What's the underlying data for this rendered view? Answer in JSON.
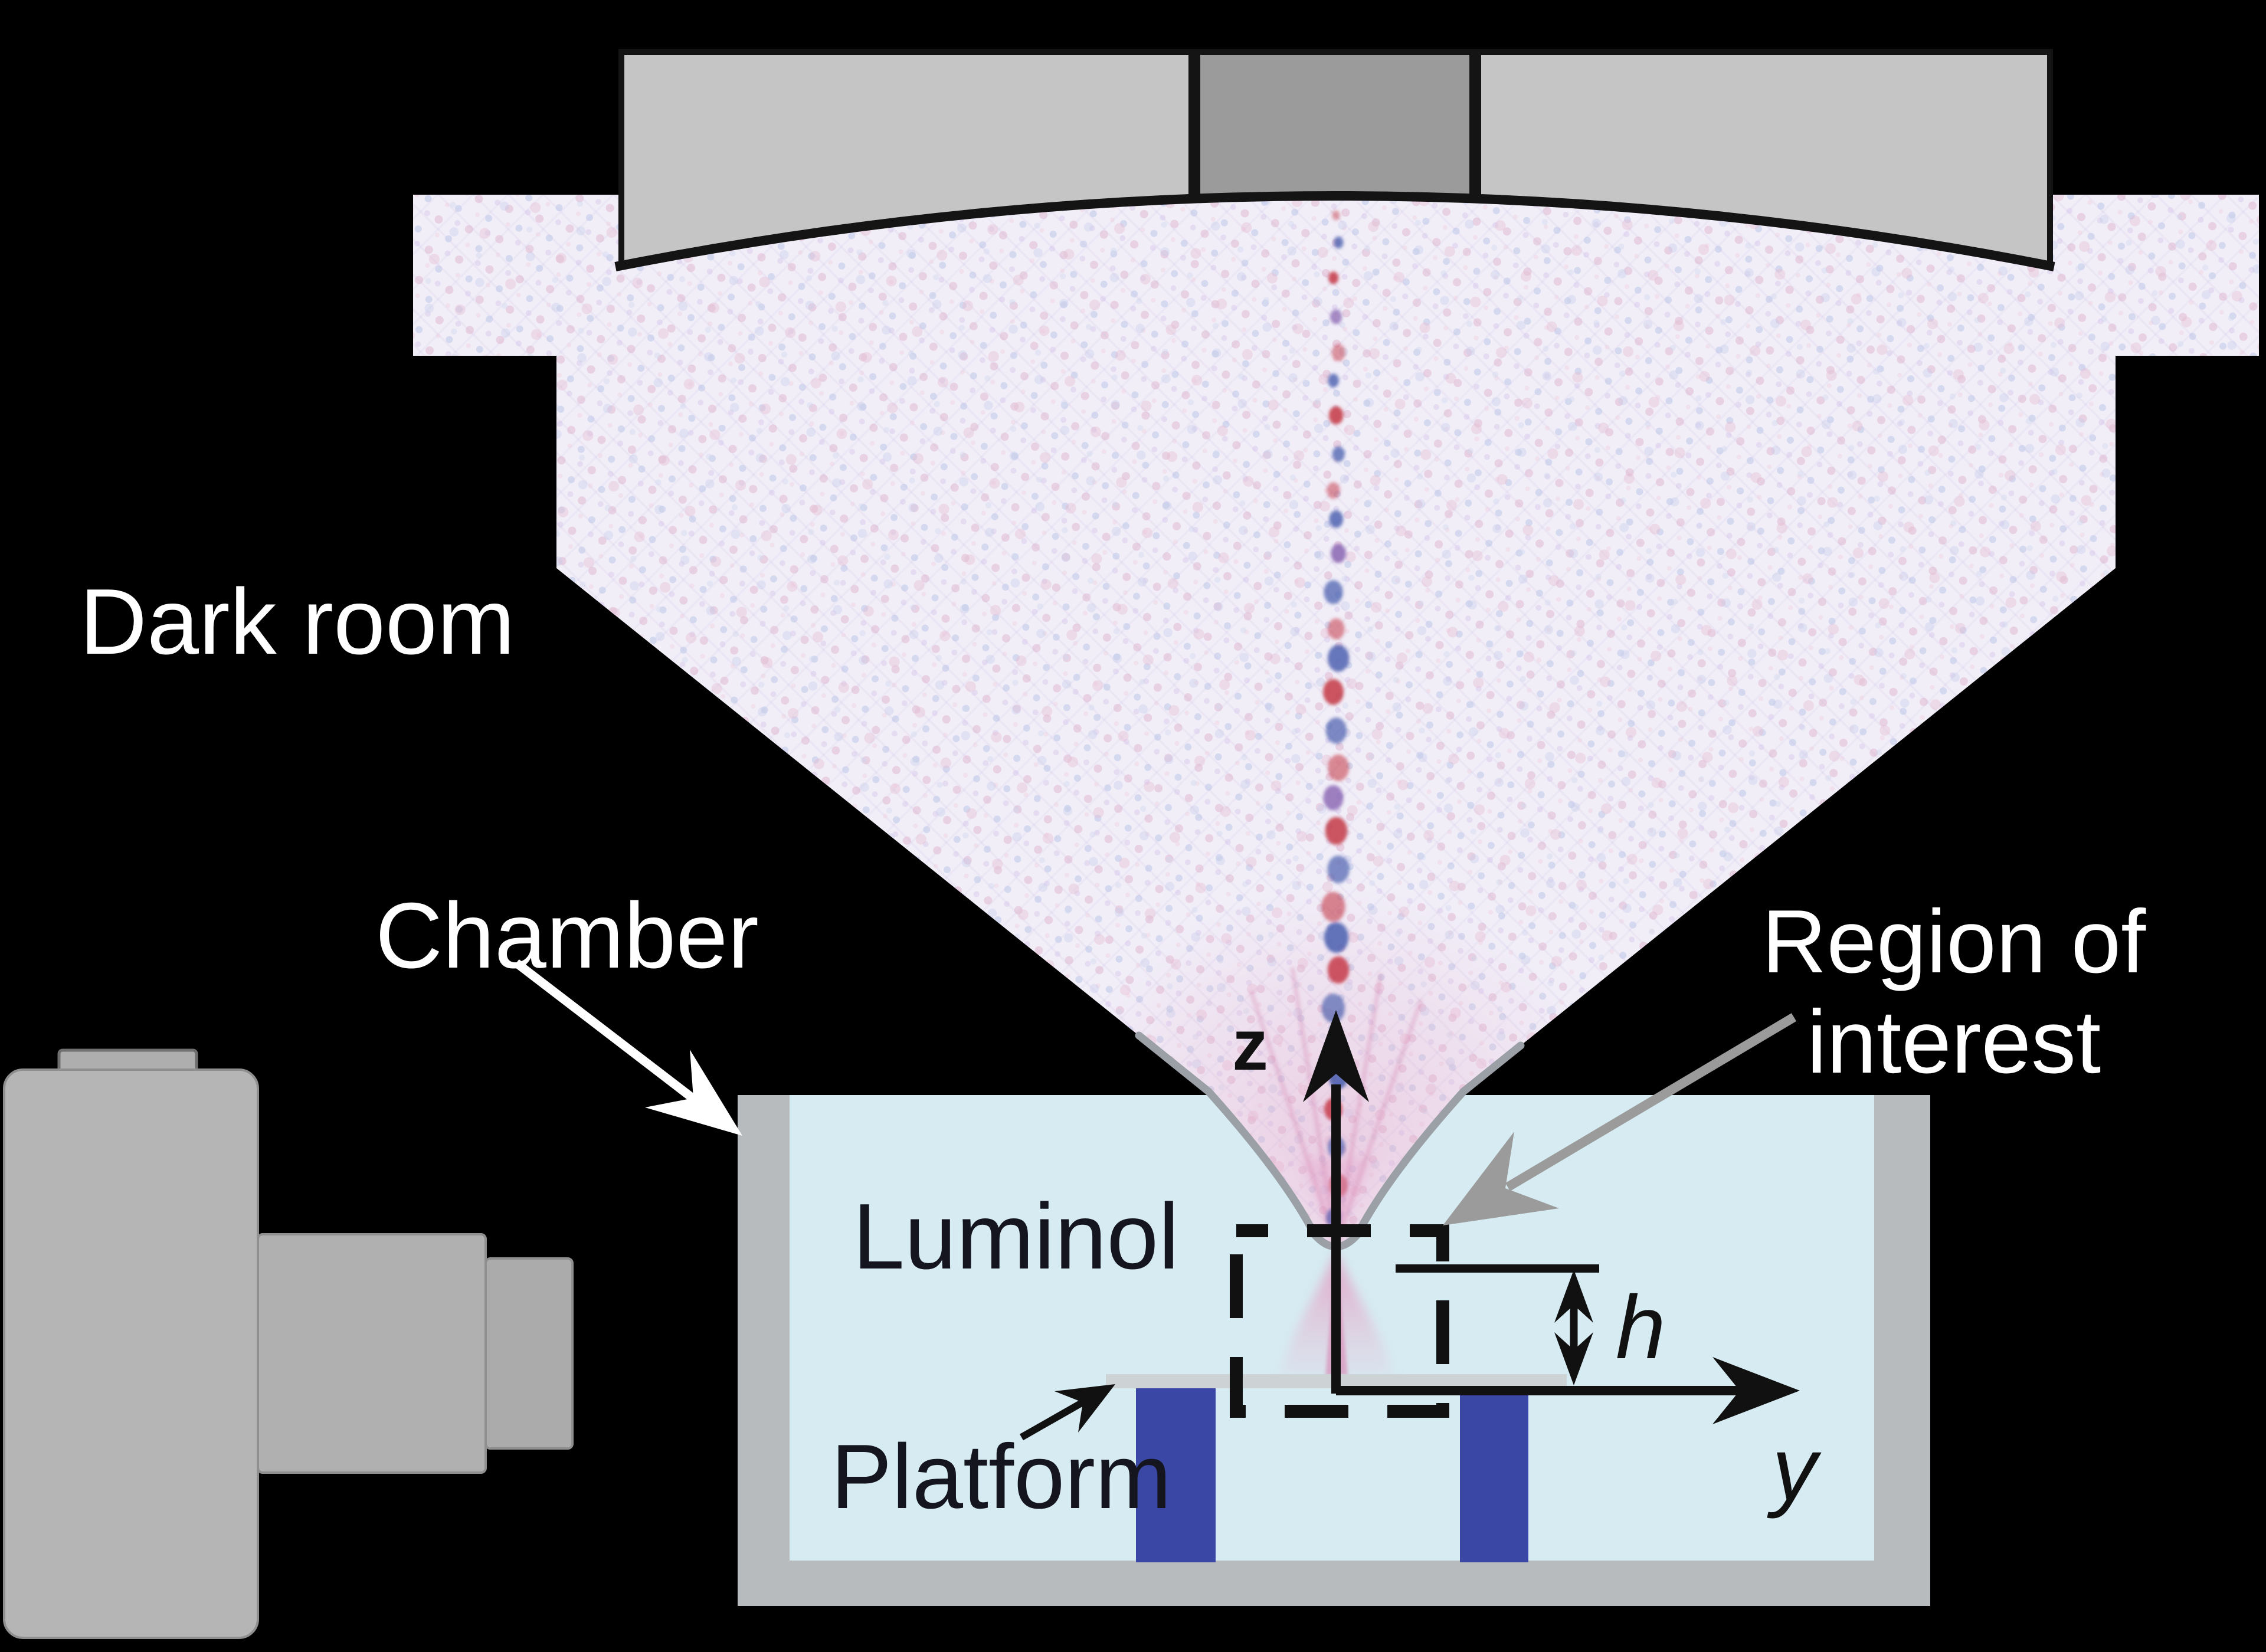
{
  "diagram": {
    "labels": {
      "dark_room": "Dark room",
      "chamber": "Chamber",
      "luminol": "Luminol",
      "platform": "Platform",
      "region_of_interest_line1": "Region of",
      "region_of_interest_line2": "interest",
      "axis_z": "z",
      "axis_y": "y",
      "height_dimension": "h"
    },
    "colors": {
      "background": "#000000",
      "horn_fill": "#f1eef8",
      "transducer_block": "#c5c5c5",
      "transducer_block_center": "#9b9b9b",
      "outline": "#141414",
      "chamber_wall": "#b7bbbe",
      "chamber_fluid": "#d6ebf2",
      "platform_bar": "#cdd2d4",
      "platform_support": "#3a47a4",
      "camera_body": "#b5b5b5",
      "camera_lens": "#b0b0b0",
      "wave_red": "#c6404e",
      "wave_blue": "#4a5fae",
      "beam_pink": "#e2a9c8",
      "funnel_gray": "#9aa0a5",
      "annotation_gray": "#9b9b9b",
      "annotation_white": "#ffffff",
      "annotation_black": "#111111"
    }
  }
}
